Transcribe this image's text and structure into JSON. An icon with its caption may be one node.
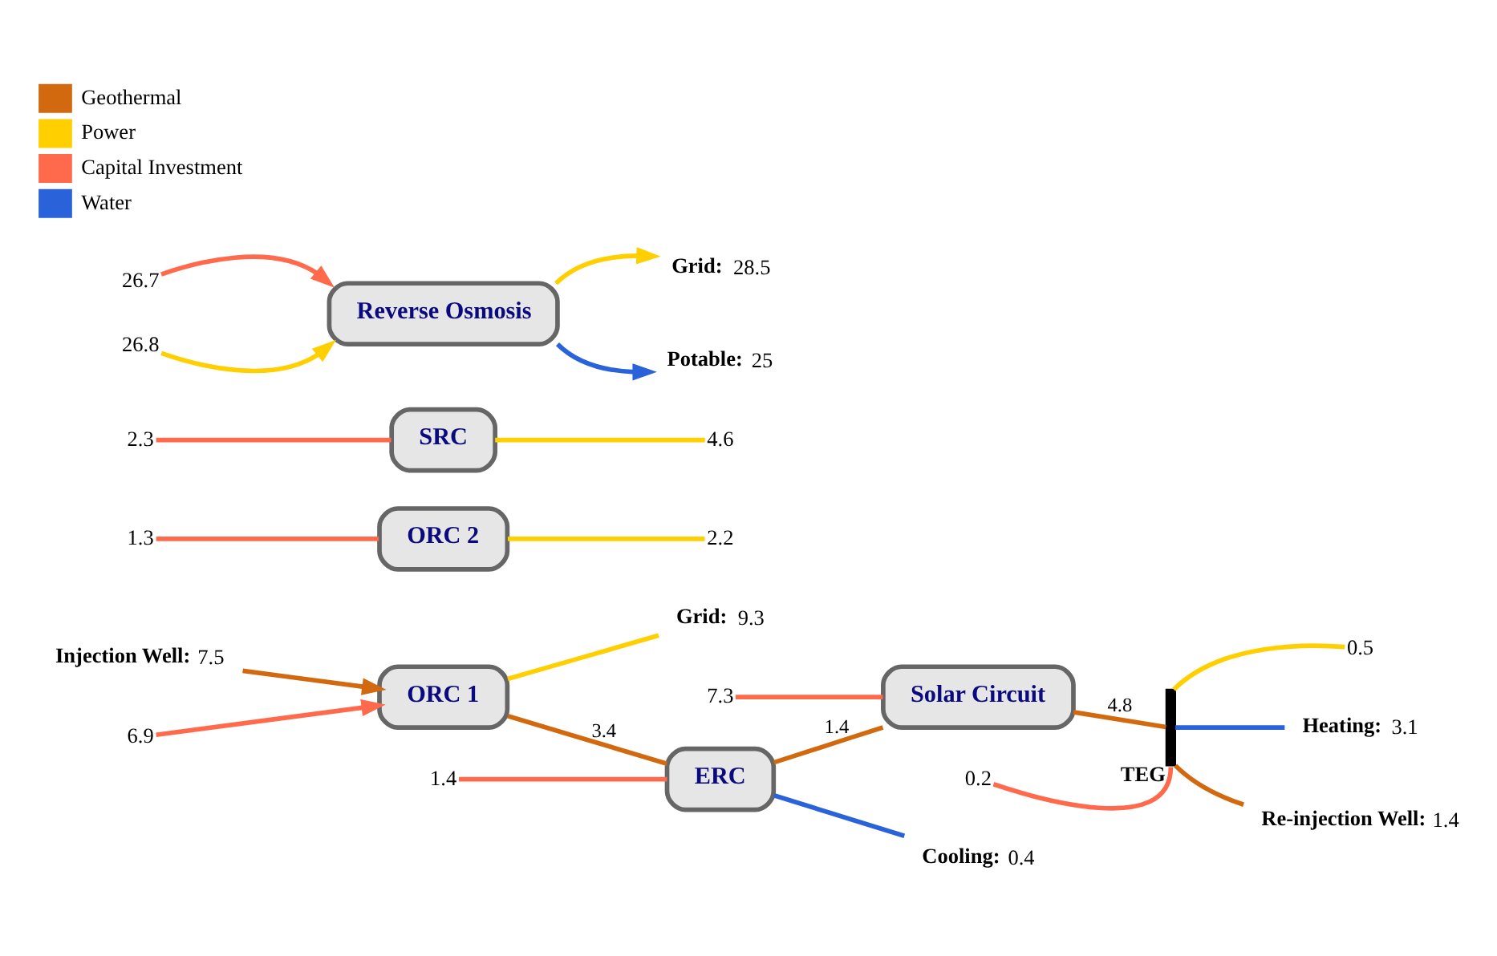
{
  "diagram": {
    "nodes": [
      {
        "text": [
          "ORC 1"
        ]
      },
      {
        "text": [
          "ERC"
        ]
      },
      {
        "text": [
          "ORC 2"
        ]
      },
      {
        "text": [
          "SRC"
        ]
      },
      {
        "text": [
          "Solar Circuit"
        ]
      },
      {
        "text": [
          "TEG"
        ]
      },
      {
        "text": [
          "Reverse Osmosis"
        ]
      },
      {
        "text": [
          "**Injection Well:** 7.5"
        ]
      },
      {
        "text": [
          "**Grid:** 9.3"
        ]
      },
      {
        "text": [
          "**Cooling:** 0.4"
        ]
      },
      {
        "text": [
          "**Heating:** 3.1"
        ]
      },
      {
        "text": [
          "**Re-injection Well:** 1.4"
        ]
      },
      {
        "text": [
          "**Grid:** 28.5"
        ]
      },
      {
        "text": [
          "**Potable:** 25"
        ]
      }
    ],
    "edges": [
      {
        "from": null,
        "to": 0,
        "arrow": "to",
        "label": "6.9",
        "color": "#ff6a4d"
      },
      {
        "from": 7,
        "to": 0,
        "arrow": "to",
        "color": "#d2690e"
      },
      {
        "from": 0,
        "to": 8,
        "arrow": "none",
        "color": "#ffcf00"
      },
      {
        "from": 0,
        "to": 1,
        "arrow": "none",
        "label": "3.4",
        "color": "#d2690e"
      },
      {
        "from": null,
        "to": 1,
        "arrow": "none",
        "label": "1.4",
        "color": "#ff6a4d"
      },
      {
        "from": 1,
        "to": 9,
        "arrow": "none",
        "color": "#2962d9"
      },
      {
        "from": 1,
        "to": 4,
        "arrow": "none",
        "label": "1.4",
        "color": "#d2690e"
      },
      {
        "from": null,
        "to": 2,
        "arrow": "none",
        "label": "1.3",
        "color": "#ff6a4d"
      },
      {
        "from": 2,
        "to": null,
        "arrow": "none",
        "label": "2.2",
        "color": "#ffcf00"
      },
      {
        "from": null,
        "to": 3,
        "arrow": "none",
        "label": "2.3",
        "color": "#ff6a4d"
      },
      {
        "from": 3,
        "to": null,
        "arrow": "none",
        "label": "4.6",
        "color": "#ffcf00"
      },
      {
        "from": null,
        "to": 4,
        "arrow": "none",
        "label": "7.3",
        "color": "#ff6a4d"
      },
      {
        "from": 4,
        "to": 5,
        "arrow": "none",
        "label": "4.8",
        "color": "#d2690e"
      },
      {
        "from": null,
        "to": 5,
        "arrow": "none",
        "label": "0.2",
        "color": "#ff6a4d"
      },
      {
        "from": 5,
        "to": null,
        "arrow": "none",
        "label": "0.5",
        "color": "#ffcf00"
      },
      {
        "from": 5,
        "to": 10,
        "arrow": "none",
        "color": "#2962d9"
      },
      {
        "from": 5,
        "to": 11,
        "arrow": "none",
        "color": "#d2690e"
      },
      {
        "from": null,
        "to": 6,
        "arrow": "to",
        "label": "26.8",
        "color": "#ffcf00"
      },
      {
        "from": null,
        "to": 6,
        "arrow": "to",
        "label": "26.7",
        "color": "#ff6a4d"
      },
      {
        "from": 6,
        "to": 12,
        "arrow": "to",
        "color": "#ffcf00"
      },
      {
        "from": 6,
        "to": 13,
        "arrow": "to",
        "color": "#2962d9"
      }
    ],
    "legend": [
      {
        "text": "Geothermal",
        "color": "#d2690e"
      },
      {
        "text": "Power",
        "color": "#ffcf00"
      },
      {
        "text": "Capital Investment",
        "color": "#ff6a4d"
      },
      {
        "text": "Water",
        "color": "#2962d9"
      }
    ]
  }
}
